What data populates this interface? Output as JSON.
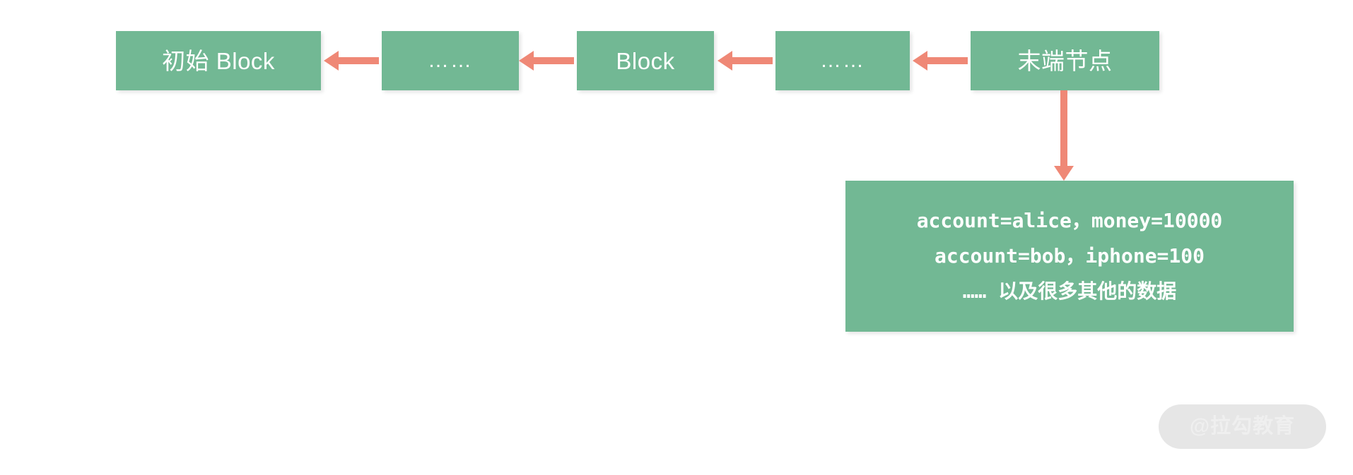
{
  "diagram": {
    "title": "Blockchain block chain with tail node data",
    "colors": {
      "block_fill": "#72b894",
      "block_text": "#ffffff",
      "arrow": "#ef8876",
      "background": "#ffffff",
      "watermark_pill": "#e6e6e6",
      "watermark_text": "#efefef"
    },
    "chain": {
      "blocks": [
        {
          "id": "genesis",
          "label": "初始 Block"
        },
        {
          "id": "ellipsis-1",
          "label": "……"
        },
        {
          "id": "middle",
          "label": "Block"
        },
        {
          "id": "ellipsis-2",
          "label": "……"
        },
        {
          "id": "tail",
          "label": "末端节点"
        }
      ],
      "arrows": [
        {
          "id": "arrow-1",
          "direction": "left",
          "from": "ellipsis-1",
          "to": "genesis"
        },
        {
          "id": "arrow-2",
          "direction": "left",
          "from": "middle",
          "to": "ellipsis-1"
        },
        {
          "id": "arrow-3",
          "direction": "left",
          "from": "ellipsis-2",
          "to": "middle"
        },
        {
          "id": "arrow-4",
          "direction": "left",
          "from": "tail",
          "to": "ellipsis-2"
        },
        {
          "id": "arrow-down",
          "direction": "down",
          "from": "tail",
          "to": "payload"
        }
      ]
    },
    "payload": {
      "lines": [
        "account=alice，money=10000",
        "account=bob，iphone=100",
        "…… 以及很多其他的数据"
      ]
    },
    "watermark": {
      "text": "@拉勾教育"
    }
  }
}
